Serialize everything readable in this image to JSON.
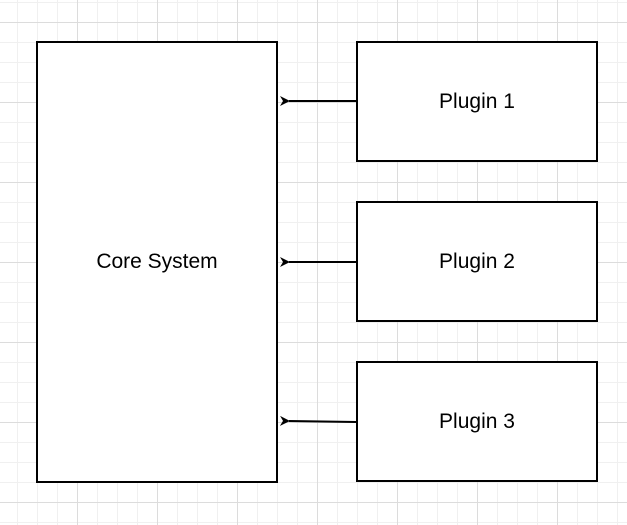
{
  "diagram": {
    "core": {
      "label": "Core System"
    },
    "plugins": [
      {
        "label": "Plugin 1"
      },
      {
        "label": "Plugin 2"
      },
      {
        "label": "Plugin 3"
      }
    ],
    "edges": [
      {
        "from": "Plugin 1",
        "to": "Core System"
      },
      {
        "from": "Plugin 2",
        "to": "Core System"
      },
      {
        "from": "Plugin 3",
        "to": "Core System"
      }
    ]
  }
}
